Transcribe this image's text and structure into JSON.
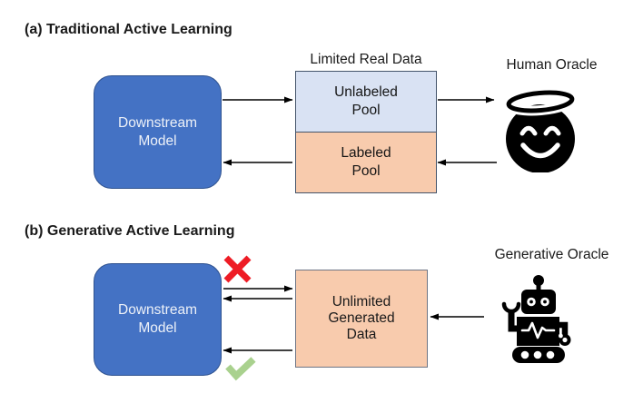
{
  "section_a": {
    "title": "(a) Traditional Active Learning",
    "model_label": "Downstream Model",
    "data_label": "Limited Real Data",
    "unlabeled_pool_label": "Unlabeled Pool",
    "labeled_pool_label": "Labeled Pool",
    "oracle_label": "Human Oracle"
  },
  "section_b": {
    "title": "(b) Generative Active Learning",
    "model_label": "Downstream Model",
    "data_label": "Unlimited Generated Data",
    "oracle_label": "Generative Oracle"
  },
  "icons": {
    "human_oracle": "smiley-face-with-halo-icon",
    "generative_oracle": "robot-icon",
    "reject": "red-cross-icon",
    "accept": "green-check-icon"
  },
  "colors": {
    "model_fill": "#4472C4",
    "model_border": "#2F528F",
    "model_text": "#EDF1F8",
    "unlabeled_fill": "#D9E2F3",
    "labeled_fill": "#F8CBAD",
    "generated_fill": "#F8CBAD",
    "pool_border": "#44546A",
    "generated_border": "#6E7585",
    "arrow": "#000000",
    "cross": "#EE1C25",
    "check": "#A9D18E",
    "icon": "#000000"
  }
}
